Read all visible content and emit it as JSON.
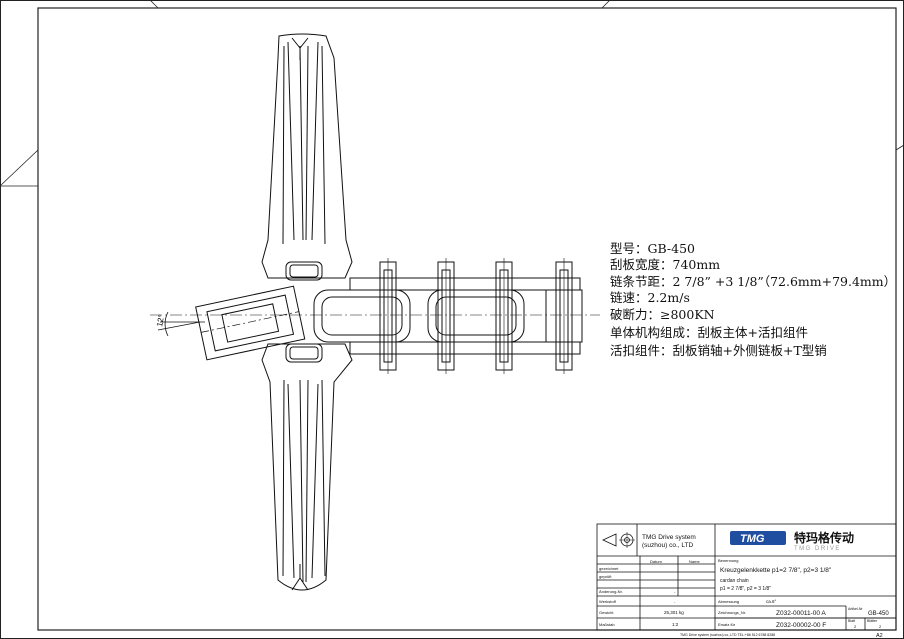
{
  "specs": {
    "model": "型号：GB-450",
    "plate_width": "刮板宽度：740mm",
    "pitch": "链条节距：2 7/8” +3 1/8”（72.6mm+79.4mm）",
    "speed": "链速：2.2m/s",
    "break_force": "破断力：≥800KN",
    "structure": "单体机构组成：刮板主体+活扣组件",
    "buckle": "活扣组件：刮板销轴+外侧链板+T型销"
  },
  "angle_label": "12°",
  "title_block": {
    "company_line1": "TMG Drive system",
    "company_line2": "(suzhou) co., LTD",
    "logo_text": "TMG",
    "logo_sub": "TMG DRIVE",
    "company_cn": "特玛格传动",
    "col_datum": "Datum",
    "col_name": "Name",
    "row_gezeichnet": "gezeichnet",
    "row_geprueft": "geprüft",
    "row_aenderung": "Änderung-Nr.",
    "row_werkstoff": "Werkstoff",
    "row_gewicht": "Gewicht",
    "row_massstab": "Maßstab",
    "aenderung_value": "-",
    "werkstoff_value": "-",
    "gewicht_value": "25,301 kg",
    "massstab_value": "1:2",
    "benennung_label": "Benennung",
    "benennung_de": "Kreuzgelenkkette p1=2 7/8\", p2=3 1/8\"",
    "benennung_en": "cardan chain",
    "benennung_en2": "p1 = 2 7/8\", p2 = 3 1/8\"",
    "abmessung_label": "Abmessung",
    "abmessung_value": "ca.6°",
    "zeichnung_label": "Zeichnungs_Nr.",
    "zeichnung_value": "Z032-00011-00 A",
    "ersatz_label": "Ersatz für",
    "ersatz_value": "Z032-00002-00 F",
    "artikel_label": "Artikel-Nr",
    "artikel_value": "GB-450",
    "blatt_label": "Blatt",
    "blatt_value": "2",
    "blaetter_label": "Blätter",
    "blaetter_value": "2",
    "footer": "TMG Drive system (suzhou) co.,LTD   TEL:+86 512 6788 8288",
    "sheet_size": "A2"
  }
}
